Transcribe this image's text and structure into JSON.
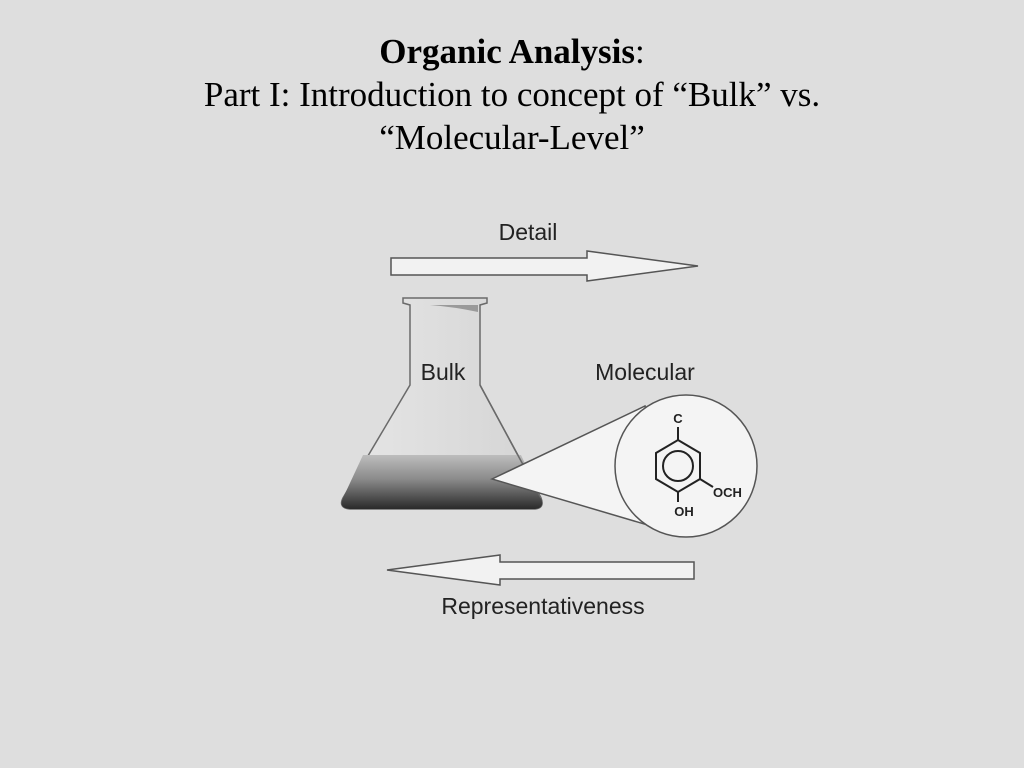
{
  "title": {
    "heading": "Organic Analysis",
    "heading_suffix": ":",
    "line2": "Part I: Introduction to concept  of  “Bulk” vs.",
    "line3": "“Molecular-Level”"
  },
  "diagram": {
    "top_arrow_label": "Detail",
    "bottom_arrow_label": "Representativeness",
    "flask_label": "Bulk",
    "molecule_label": "Molecular",
    "atom_top": "C",
    "atom_right": "OCH",
    "atom_bottom": "OH"
  }
}
